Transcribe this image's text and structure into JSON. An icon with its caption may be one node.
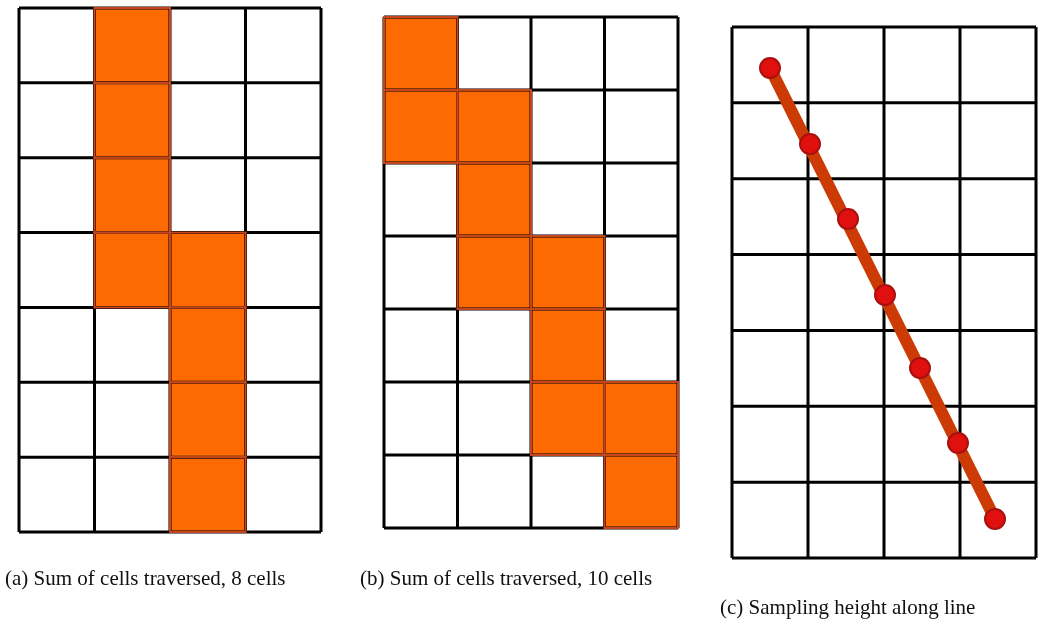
{
  "diagram": {
    "labels": [
      "(a) Sum of cells traversed, 8 cells",
      "(b) Sum of cells traversed, 10 cells",
      "(c) Sampling height along line"
    ]
  }
}
